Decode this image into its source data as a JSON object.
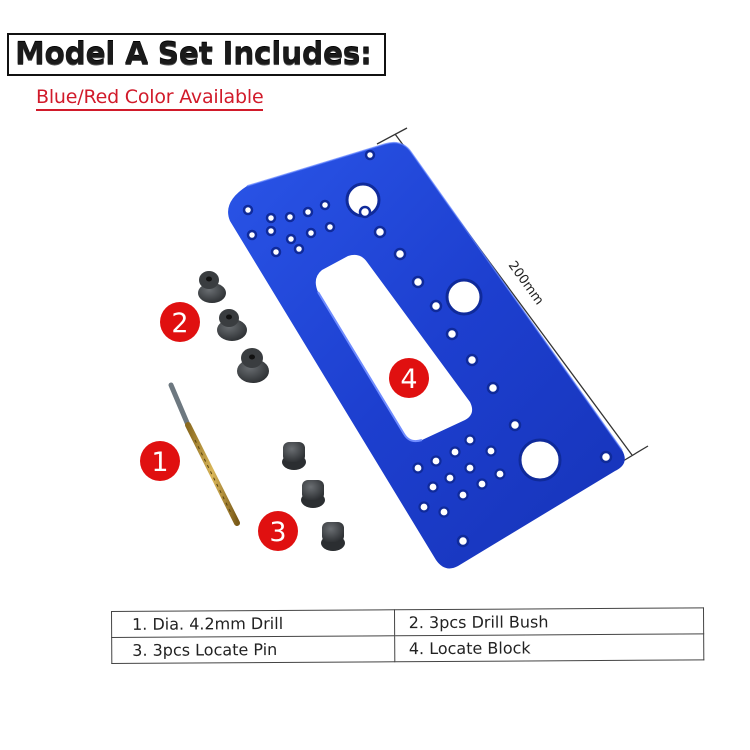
{
  "header": {
    "title": "Model A Set Includes:",
    "subtitle": "Blue/Red Color Available"
  },
  "product": {
    "plate_color": "#1d3fcf",
    "badge_color": "#e01010",
    "dimension_label": "200mm",
    "badges": [
      {
        "number": "1",
        "part": "drill-bit"
      },
      {
        "number": "2",
        "part": "drill-bush"
      },
      {
        "number": "3",
        "part": "locate-pin"
      },
      {
        "number": "4",
        "part": "locate-block"
      }
    ]
  },
  "parts_table": {
    "rows": [
      {
        "left": "1. Dia. 4.2mm Drill",
        "right": "2. 3pcs Drill Bush"
      },
      {
        "left": "3. 3pcs Locate Pin",
        "right": "4. Locate Block"
      }
    ]
  }
}
